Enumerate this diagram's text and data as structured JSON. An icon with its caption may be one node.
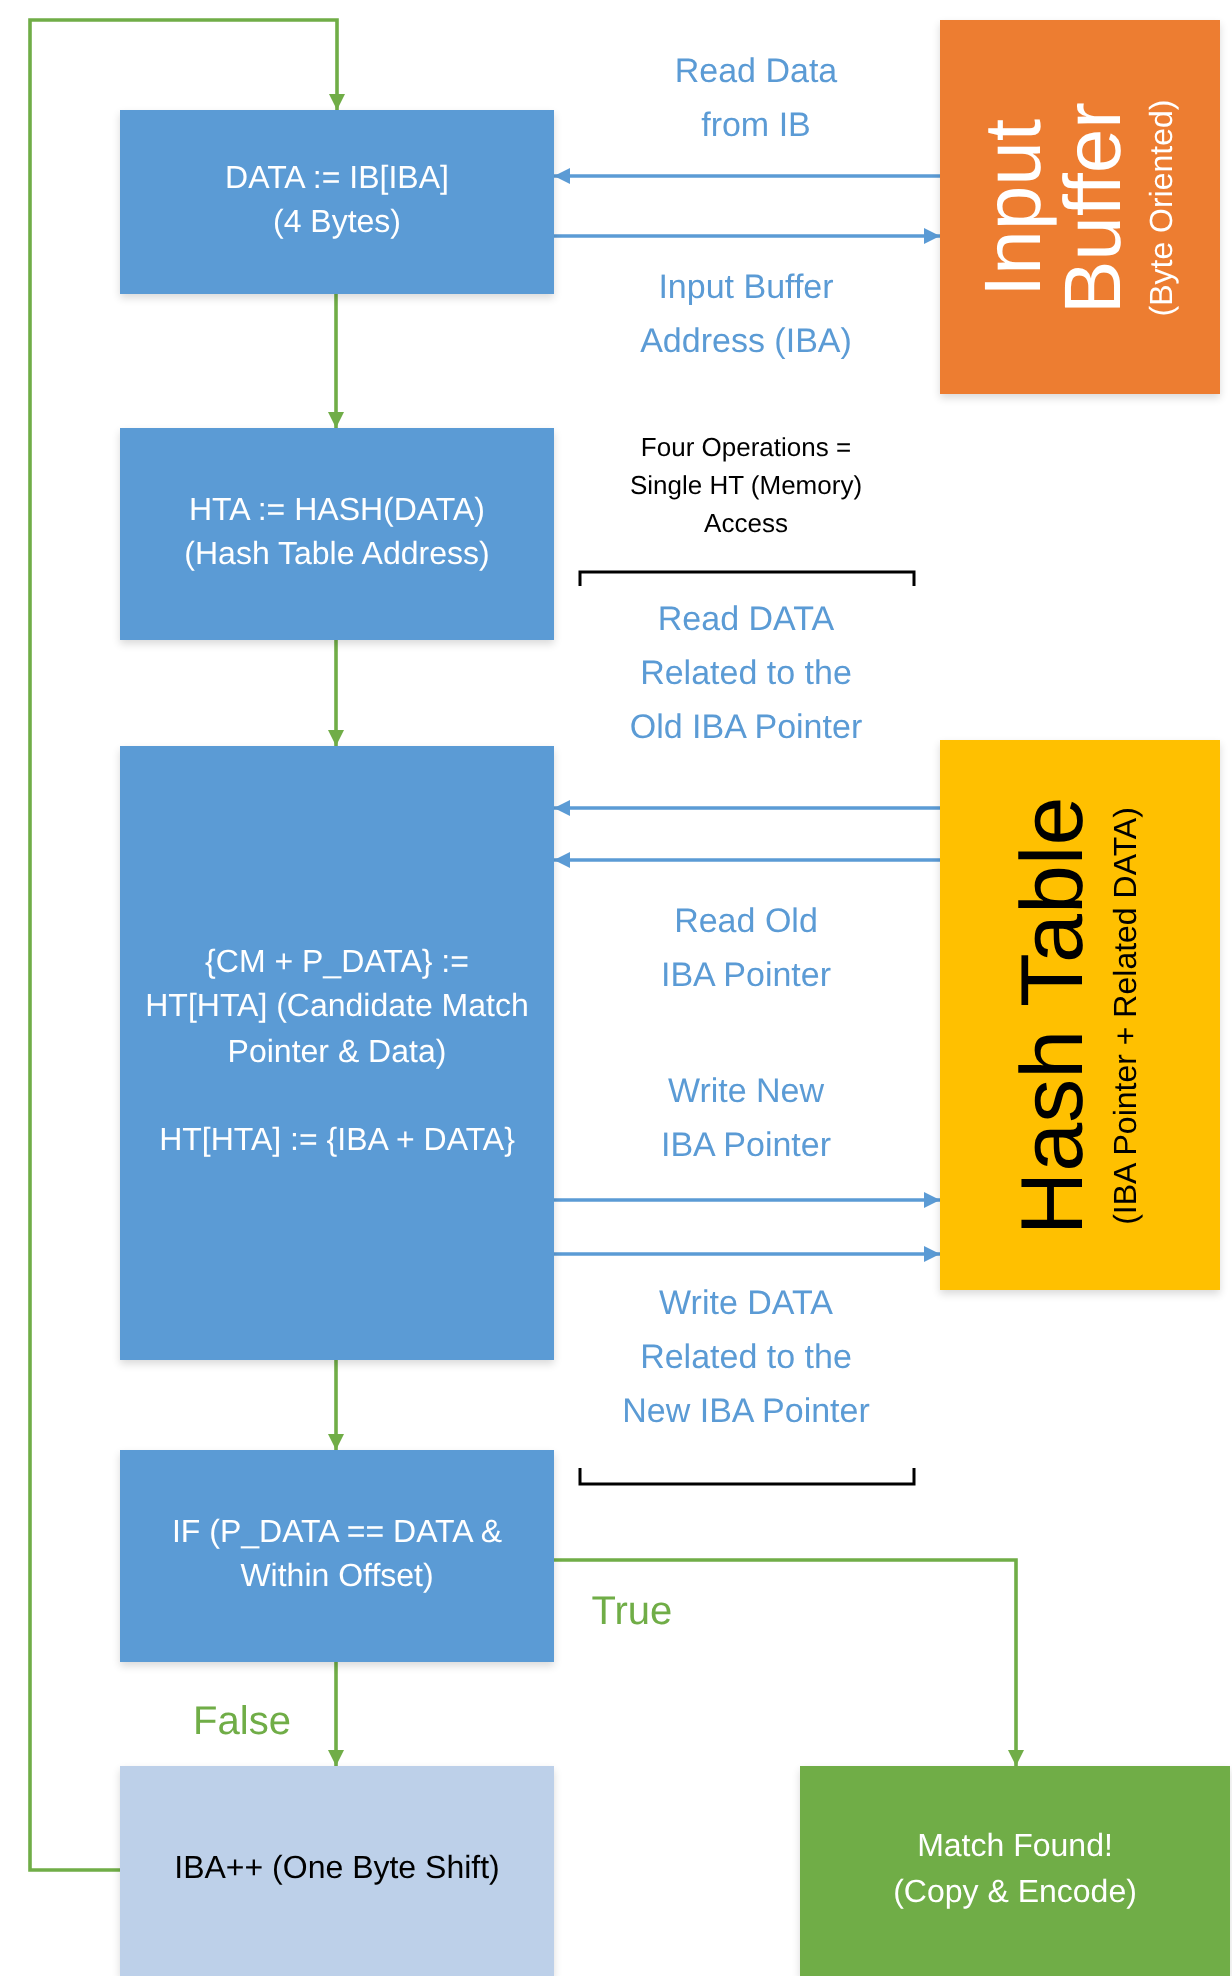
{
  "diagram": {
    "nodes": [
      {
        "text": [
          "DATA := IB[IBA] (4 Bytes)"
        ]
      },
      {
        "text": [
          "Input Buffer",
          "(Byte Oriented)"
        ]
      },
      {
        "text": [
          "HTA := HASH(DATA) (Hash Table Address)"
        ]
      },
      {
        "text": [
          "{CM + P_DATA} := HT[HTA] (Candidate Match Pointer & Data)",
          "HT[HTA] := {IBA + DATA}"
        ]
      },
      {
        "text": [
          "Hash Table",
          "(IBA Pointer + Related DATA)"
        ]
      },
      {
        "text": [
          "IF (P_DATA == DATA & Within Offset)"
        ]
      },
      {
        "text": [
          "IBA++ (One Byte Shift)"
        ]
      },
      {
        "text": [
          "Match Found! (Copy & Encode)"
        ]
      }
    ],
    "edges": [
      {
        "from": 6,
        "to": 0,
        "arrow": "to",
        "color": "#70ad47"
      },
      {
        "from": 1,
        "to": 0,
        "arrow": "to",
        "label": "Read Data from IB",
        "color": "#5b9bd5"
      },
      {
        "from": 0,
        "to": 1,
        "arrow": "to",
        "label": "Input Buffer Address (IBA)",
        "color": "#5b9bd5"
      },
      {
        "from": 0,
        "to": 2,
        "arrow": "to",
        "color": "#70ad47"
      },
      {
        "from": 4,
        "to": 3,
        "arrow": "to",
        "label": "Read DATA Related to the Old IBA Pointer",
        "color": "#5b9bd5"
      },
      {
        "from": 4,
        "to": 3,
        "arrow": "to",
        "label": "Read Old IBA Pointer",
        "color": "#5b9bd5"
      },
      {
        "from": 3,
        "to": 4,
        "arrow": "to",
        "label": "Write New IBA Pointer",
        "color": "#5b9bd5"
      },
      {
        "from": 3,
        "to": 4,
        "arrow": "to",
        "label": "Write DATA Related to the New IBA Pointer",
        "color": "#5b9bd5"
      },
      {
        "from": 2,
        "to": 3,
        "arrow": "to",
        "color": "#70ad47"
      },
      {
        "from": 3,
        "to": 5,
        "arrow": "to",
        "color": "#70ad47"
      },
      {
        "from": 5,
        "to": 6,
        "arrow": "to",
        "label": "False",
        "color": "#70ad47"
      },
      {
        "from": 5,
        "to": 7,
        "arrow": "to",
        "label": "True",
        "color": "#70ad47"
      }
    ],
    "labels": [
      "Four Operations = Single HT (Memory) Access"
    ]
  }
}
